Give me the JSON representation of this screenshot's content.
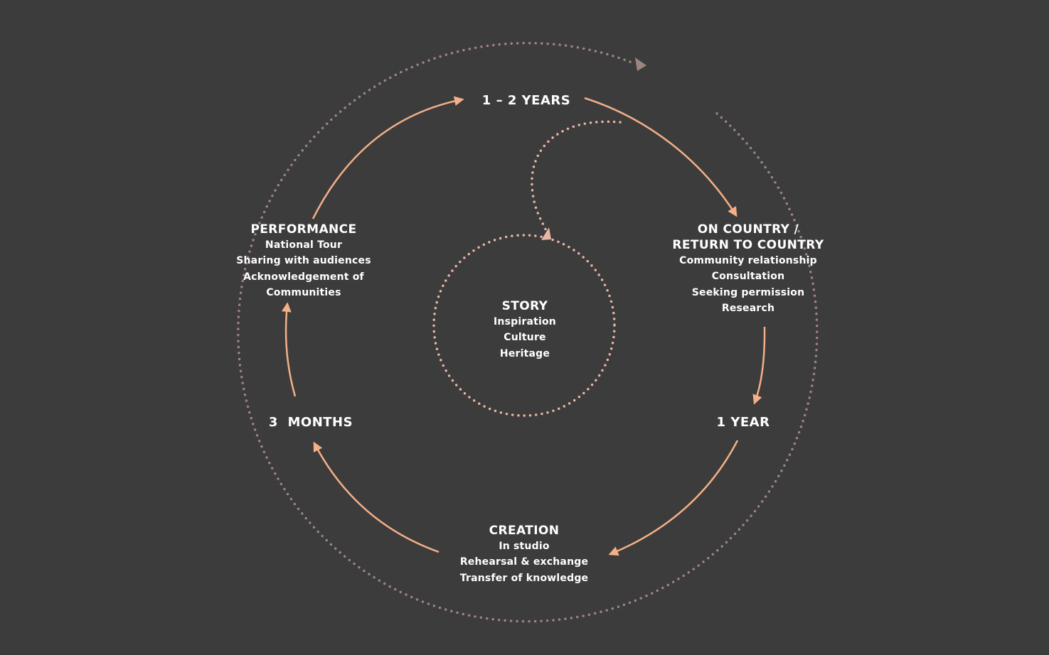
{
  "colors": {
    "background": "#3d3c3c",
    "cycle_arrow": "#f3b088",
    "outer_dots": "#9c8580",
    "story_dots": "#e8b6a6",
    "text": "#ffffff"
  },
  "nodes": {
    "top": {
      "label": "1 – 2 YEARS"
    },
    "right": {
      "label": "1 YEAR"
    },
    "left": {
      "label": "3  MONTHS"
    },
    "story": {
      "title": "STORY",
      "details": [
        "Inspiration",
        "Culture",
        "Heritage"
      ]
    },
    "on_country": {
      "title_lines": [
        "ON COUNTRY /",
        "RETURN TO COUNTRY"
      ],
      "details": [
        "Community relationship",
        "Consultation",
        "Seeking permission",
        "Research"
      ]
    },
    "performance": {
      "title": "PERFORMANCE",
      "details": [
        "National Tour",
        "Sharing with audiences",
        "Acknowledgement of",
        "Communities"
      ]
    },
    "creation": {
      "title": "CREATION",
      "details": [
        "In studio",
        "Rehearsal & exchange",
        "Transfer of knowledge"
      ]
    }
  }
}
